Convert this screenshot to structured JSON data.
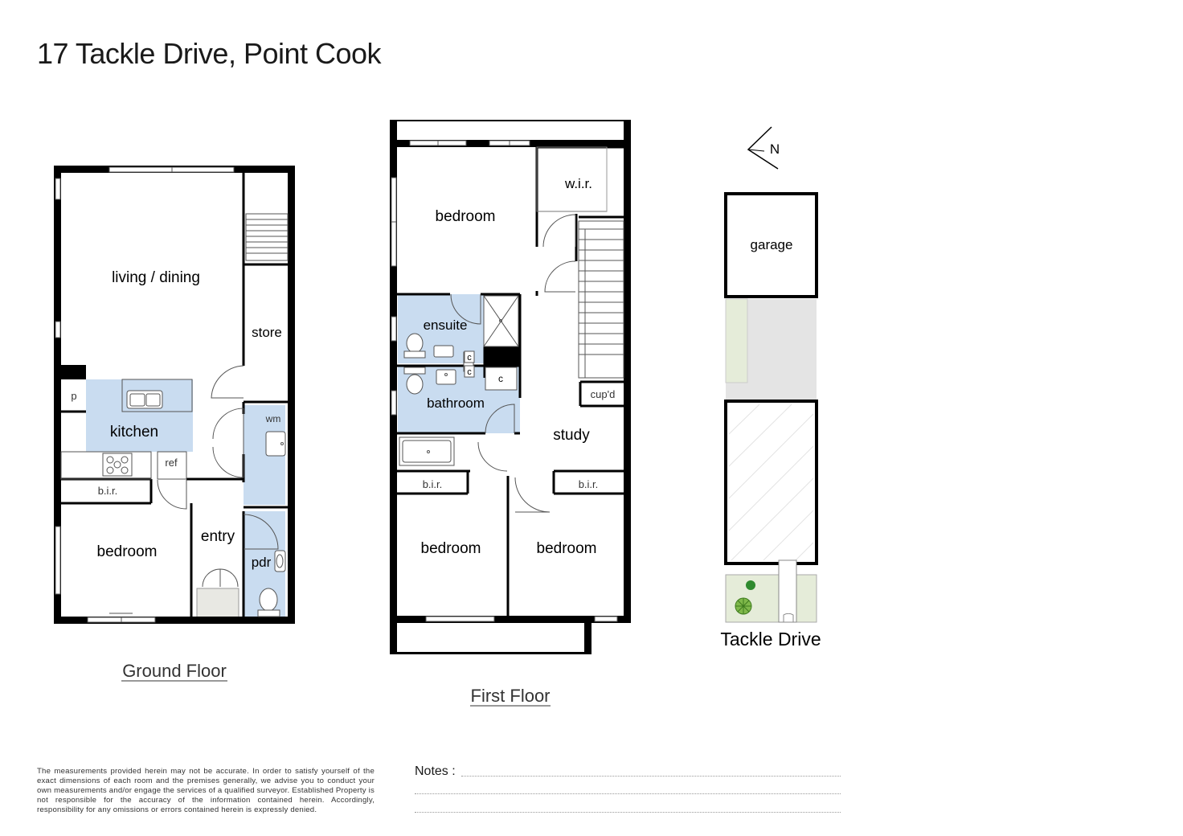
{
  "title": "17 Tackle Drive, Point Cook",
  "floors": {
    "ground": {
      "caption": "Ground Floor",
      "labels": {
        "living": "living / dining",
        "store": "store",
        "p": "p",
        "kitchen": "kitchen",
        "wm": "wm",
        "ref": "ref",
        "bir": "b.i.r.",
        "bedroom": "bedroom",
        "entry": "entry",
        "pdr": "pdr"
      }
    },
    "first": {
      "caption": "First Floor",
      "labels": {
        "wir": "w.i.r.",
        "bedroom_main": "bedroom",
        "ensuite": "ensuite",
        "c1": "c",
        "c2": "c",
        "c3": "c",
        "bathroom": "bathroom",
        "cupd": "cup'd",
        "study": "study",
        "bir_left": "b.i.r.",
        "bir_right": "b.i.r.",
        "bedroom_left": "bedroom",
        "bedroom_right": "bedroom"
      }
    },
    "site": {
      "north": "N",
      "garage": "garage",
      "street": "Tackle Drive"
    }
  },
  "notes_label": "Notes :",
  "disclaimer": "The measurements provided herein may not be accurate. In order to satisfy yourself of the exact dimensions of each room and the premises generally, we advise you to conduct your own measurements and/or engage the services of a qualified surveyor. Established Property is not responsible for the accuracy of the information contained herein. Accordingly, responsibility for any omissions or errors contained herein is expressly denied.",
  "colors": {
    "wet_area": "#c9dcf0",
    "wall": "#000000",
    "paving": "#e4e4e4",
    "garden": "#e5ecd9",
    "porch": "#e8e8e3"
  }
}
